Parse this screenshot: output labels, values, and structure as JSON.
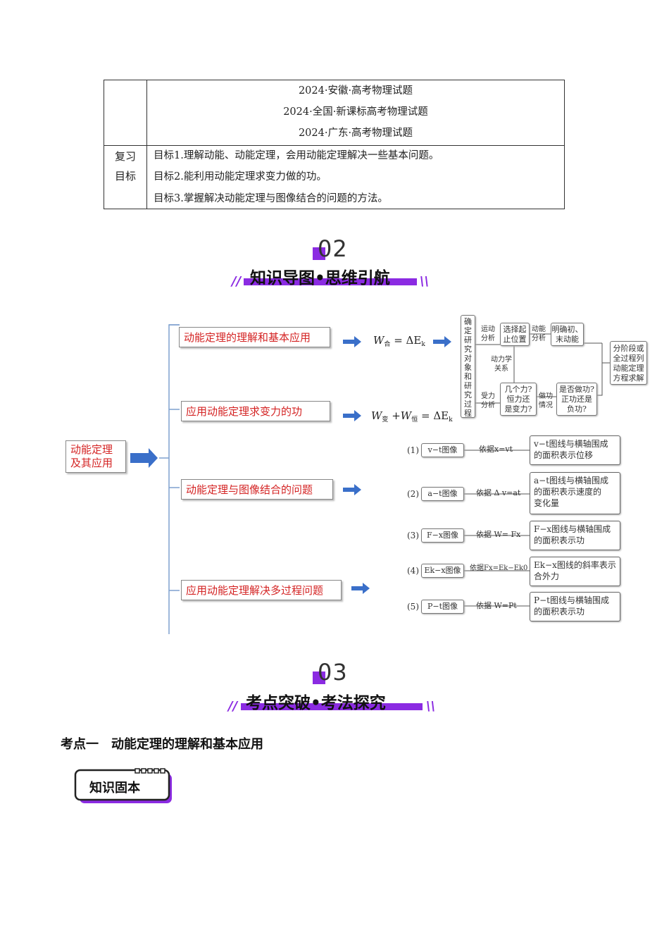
{
  "exams": [
    "2024·安徽·高考物理试题",
    "2024·全国·新课标高考物理试题",
    "2024·广东·高考物理试题"
  ],
  "review": {
    "head1": "复习",
    "head2": "目标",
    "goals": [
      "目标1.理解动能、动能定理，会用动能定理解决一些基本问题。",
      "目标2.能利用动能定理求变力做的功。",
      "目标3.掌握解决动能定理与图像结合的问题的方法。"
    ]
  },
  "section2": {
    "num": "02",
    "title": "知识导图•思维引航"
  },
  "section3": {
    "num": "03",
    "title": "考点突破•考法探究"
  },
  "mindmap": {
    "root": [
      "动能定理",
      "及其应用"
    ],
    "branches": [
      "动能定理的理解和基本应用",
      "应用动能定理求变力的功",
      "动能定理与图像结合的问题",
      "应用动能定理解决多过程问题"
    ],
    "formula1": {
      "W": "W",
      "sub": "合",
      "rhs": "= ΔE",
      "k": "k"
    },
    "formula2": {
      "W1": "W",
      "sub1": "变",
      "plus": " +W",
      "sub2": "恒",
      "rhs": " = ΔE",
      "k": "k"
    },
    "flow": {
      "vertical": [
        "确",
        "定",
        "研",
        "究",
        "对",
        "象",
        "和",
        "研",
        "究",
        "过",
        "程"
      ],
      "motion": [
        "运动",
        "分析"
      ],
      "force": [
        "受力",
        "分析"
      ],
      "choose": [
        "选择起",
        "止位置"
      ],
      "energy": [
        "动能",
        "分析"
      ],
      "clarify": [
        "明确初、",
        "末动能"
      ],
      "relation": [
        "动力学",
        "关系"
      ],
      "forces": [
        "几个力?",
        "恒力还",
        "是变力?"
      ],
      "work": [
        "做功",
        "情况"
      ],
      "dowork": [
        "是否做功?",
        "正功还是",
        "负功?"
      ],
      "solve": [
        "分阶段或",
        "全过程列",
        "动能定理",
        "方程求解"
      ]
    },
    "graphs": [
      {
        "n": "(1)",
        "g": "v−t图像",
        "basis": "依据x=vt",
        "exp": [
          "v−t图线与横轴围成",
          "的面积表示位移"
        ]
      },
      {
        "n": "(2)",
        "g": "a−t图像",
        "basis": "依据 Δ v=at",
        "exp": [
          "a−t图线与横轴围成",
          "的面积表示速度的",
          "变化量"
        ]
      },
      {
        "n": "(3)",
        "g": "F−x图像",
        "basis": "依据 W= Fx",
        "exp": [
          "F−x图线与横轴围成",
          "的面积表示功"
        ]
      },
      {
        "n": "(4)",
        "g": "Ek−x图像",
        "basis": "依据Fx=Ek−Ek0",
        "exp": [
          "Ek−x图线的斜率表示",
          "合外力"
        ]
      },
      {
        "n": "(5)",
        "g": "P−t图像",
        "basis": "依据 W=Pt",
        "exp": [
          "P−t图线与横轴围成",
          "的面积表示功"
        ]
      }
    ]
  },
  "kaodian": "考点一　动能定理的理解和基本应用",
  "badge": "知识固本",
  "colors": {
    "accent": "#8b2be2",
    "red": "#d42424",
    "arrow": "#3a6fc9"
  }
}
